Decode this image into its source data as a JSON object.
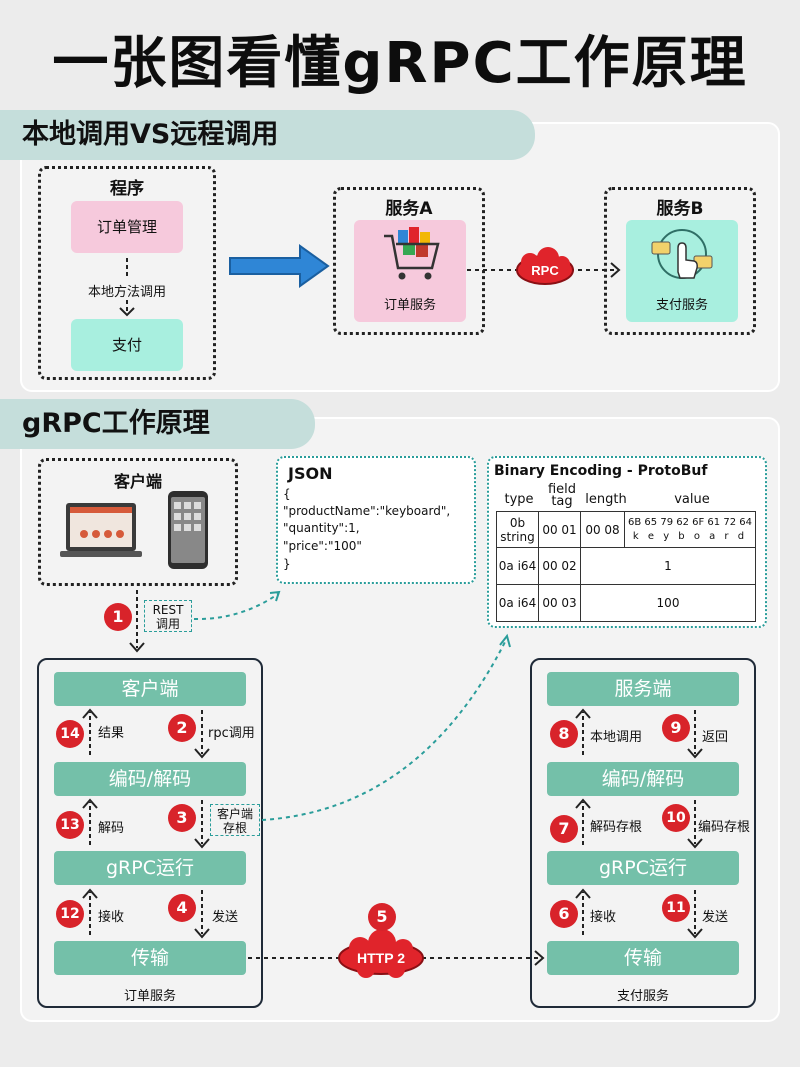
{
  "title": "一张图看懂gRPC工作原理",
  "section1": {
    "header": "本地调用VS远程调用",
    "program": {
      "title": "程序",
      "order": "订单管理",
      "local_call": "本地方法调用",
      "pay": "支付"
    },
    "service_a": {
      "title": "服务A",
      "label": "订单服务"
    },
    "service_b": {
      "title": "服务B",
      "label": "支付服务"
    },
    "rpc_cloud": "RPC"
  },
  "section2": {
    "header": "gRPC工作原理",
    "client_box_title": "客户端",
    "json": {
      "title": "JSON",
      "lines": [
        "{",
        "\"productName\":\"keyboard\",",
        "\"quantity\":1,",
        "\"price\":\"100\"",
        "}"
      ]
    },
    "protobuf": {
      "title": "Binary Encoding - ProtoBuf",
      "headers": [
        "type",
        "field tag",
        "length",
        "value"
      ],
      "row1": {
        "type": "0b string",
        "tag": "00 01",
        "length": "00 08",
        "hex": "6B 65 79 62 6F 61 72 64",
        "chars": "k e y b o a r d"
      },
      "row2": {
        "type": "0a i64",
        "tag": "00 02",
        "value": "1"
      },
      "row3": {
        "type": "0a i64",
        "tag": "00 03",
        "value": "100"
      }
    },
    "rest_call": "REST\n调用",
    "left_stack": {
      "client": "客户端",
      "codec": "编码/解码",
      "grpc": "gRPC运行",
      "transport": "传输",
      "footer": "订单服务",
      "result": "结果",
      "rpc_call": "rpc调用",
      "decode": "解码",
      "client_stub": "客户端\n存根",
      "receive": "接收",
      "send": "发送"
    },
    "right_stack": {
      "server": "服务端",
      "codec": "编码/解码",
      "grpc": "gRPC运行",
      "transport": "传输",
      "footer": "支付服务",
      "local_call": "本地调用",
      "return": "返回",
      "decode_stub": "解码存根",
      "encode_stub": "编码存根",
      "receive": "接收",
      "send": "发送"
    },
    "http2": "HTTP 2",
    "badges": [
      "1",
      "2",
      "3",
      "4",
      "5",
      "6",
      "7",
      "8",
      "9",
      "10",
      "11",
      "12",
      "13",
      "14"
    ]
  },
  "colors": {
    "badge": "#d8232a",
    "teal": "#74c0a9",
    "arrow_blue": "#2f86d6",
    "cloud_red": "#e0242b",
    "dotted_cyan": "#2a9d9a"
  }
}
